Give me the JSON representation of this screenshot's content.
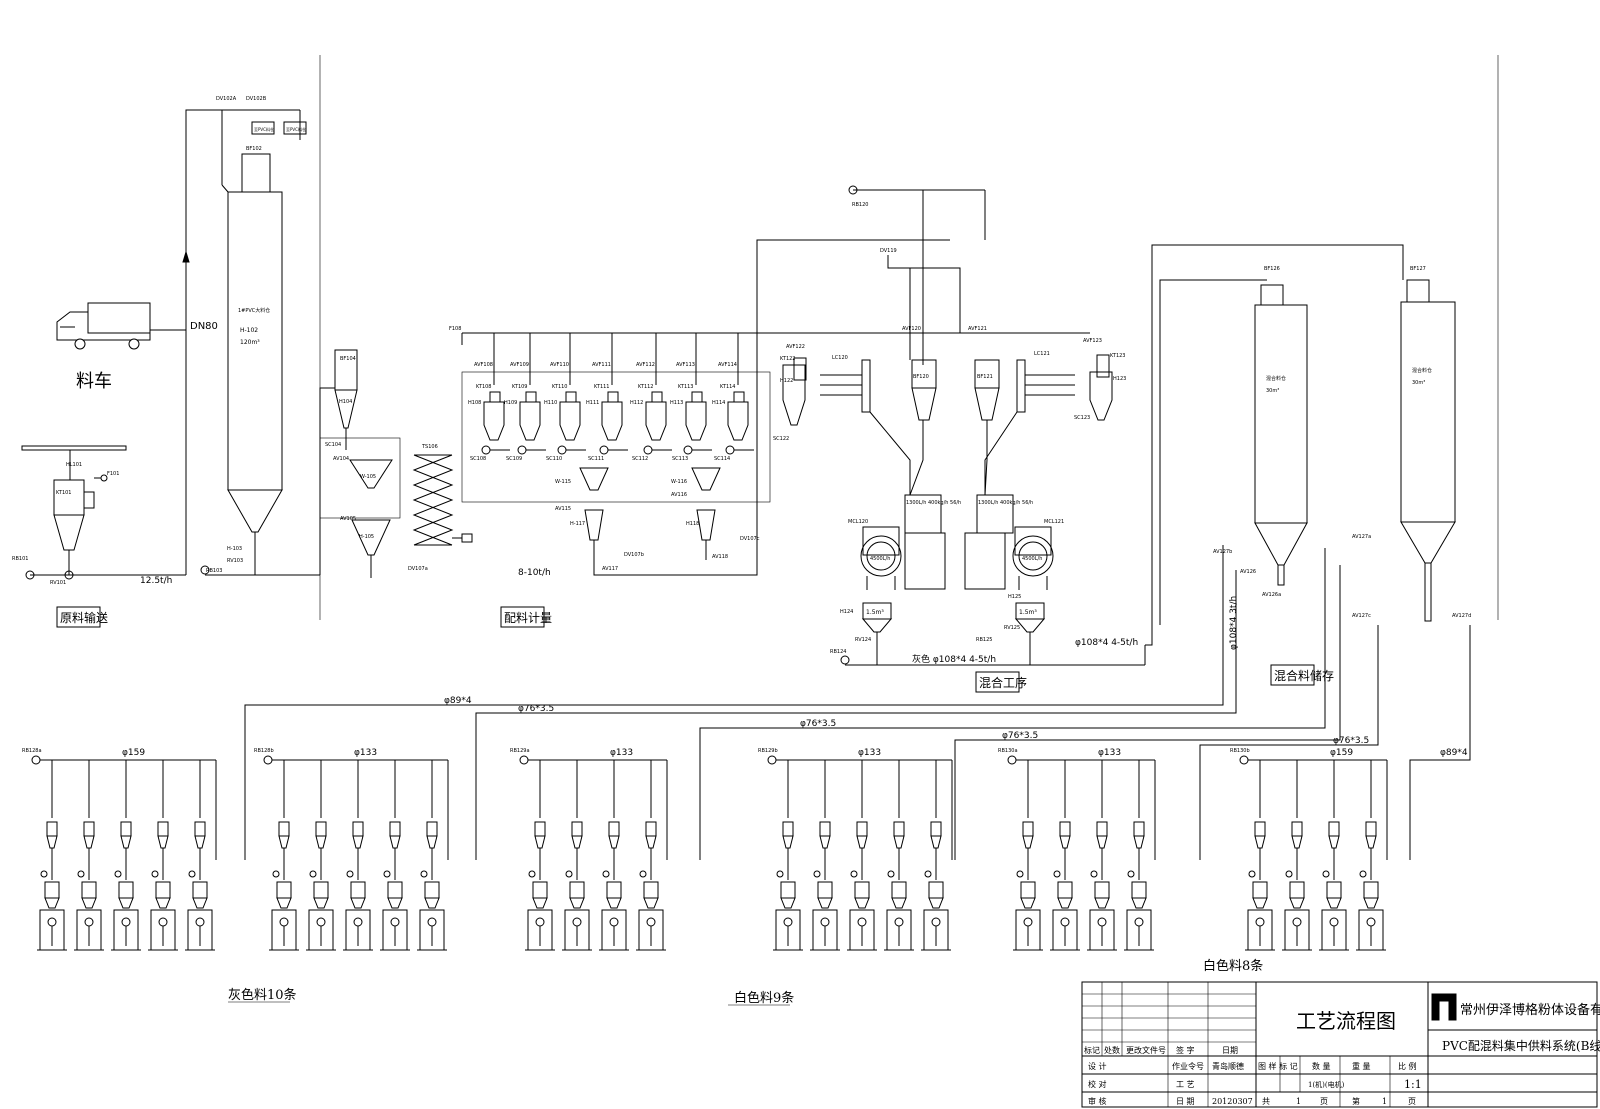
{
  "truck": {
    "label": "料车",
    "pipe": "DN80",
    "flow": "12.5t/h"
  },
  "sections": {
    "raw_feed": "原料输送",
    "batching": "配料计量",
    "mixing": "混合工序",
    "mix_storage": "混合料储存"
  },
  "silo_main": {
    "valve_a": "DV102A",
    "valve_b": "DV102B",
    "filter": "BF102",
    "hopper": "H-102",
    "capacity": "120m³",
    "label": "1#PVC大料仓",
    "box_a": "至PVC料仓",
    "box_b": "至PVC料仓"
  },
  "feed_station": {
    "hopper": "HL101",
    "filter": "F101",
    "tank": "KT101",
    "valve": "RV101",
    "blower": "RB101",
    "fan": "RB103",
    "valve2": "RV103",
    "h103": "H-103"
  },
  "batch_upper": {
    "filter": "BF104",
    "hopper": "H104",
    "screw": "SC104",
    "valve": "AV104",
    "scale": "W-105",
    "receiver": "H-105",
    "valve2": "AV105",
    "mixer": "TS106",
    "dv": "DV107a"
  },
  "batch_line": {
    "header_valve": "F108",
    "flow": "8-10t/h",
    "avfs": [
      "AVF108",
      "AVF109",
      "AVF110",
      "AVF111",
      "AVF112",
      "AVF113",
      "AVF114"
    ],
    "tanks": [
      "KT108",
      "KT109",
      "KT110",
      "KT111",
      "KT112",
      "KT113",
      "KT114"
    ],
    "hoppers": [
      "H108",
      "H109",
      "H110",
      "H111",
      "H112",
      "H113",
      "H114"
    ],
    "screws": [
      "SC108",
      "SC109",
      "SC110",
      "SC111",
      "SC112",
      "SC113",
      "SC114"
    ],
    "scales": [
      "W-115",
      "W-116"
    ],
    "receivers": [
      "H-117",
      "H118"
    ],
    "valves": [
      "AV115",
      "AV116",
      "AV117",
      "AV118",
      "DV107b",
      "DV107c"
    ]
  },
  "mixing": {
    "blower": "RB120",
    "dv": "DV119",
    "avf": [
      "AVF120",
      "AVF121",
      "AVF122",
      "AVF123"
    ],
    "tanks": [
      "KT122",
      "KT123"
    ],
    "hoppers": [
      "H122",
      "H123"
    ],
    "screws": [
      "SC122",
      "SC123"
    ],
    "filters": [
      "BF120",
      "BF121"
    ],
    "scale_bars": [
      "LC120",
      "LC121"
    ],
    "hot_mixer_left": "1300L/h 400kg/h 56/h",
    "hot_mixer_right": "1300L/h 400kg/h 56/h",
    "cold_mixers": [
      "MCL120",
      "MCL121"
    ],
    "cool_tanks": [
      "4500L/h",
      "4500L/h"
    ],
    "hoppers_low": [
      "H124",
      "H125"
    ],
    "small_tank": "1.5m³",
    "valves_low": [
      "RV124",
      "RV125"
    ],
    "blowers_low": [
      "RB124",
      "RB125"
    ],
    "pipe_left": "灰色 φ108*4  4-5t/h",
    "pipe_right": "φ108*4 4-5t/h",
    "pipe_vertical": "φ108*4 3t/h"
  },
  "storage": {
    "silos": [
      {
        "filter": "BF126",
        "label": "混合料仓",
        "cap": "30m³"
      },
      {
        "filter": "BF127",
        "label": "混合料仓",
        "cap": "30m³"
      }
    ],
    "valves": [
      "AV127b",
      "AV127a",
      "AV126",
      "AV126a",
      "AV127c",
      "AV127d"
    ]
  },
  "distribution": {
    "pipes": [
      "φ89*4",
      "φ76*3.5",
      "φ76*3.5",
      "φ76*3.5",
      "φ76*3.5",
      "φ89*4"
    ],
    "groups": [
      {
        "header": "φ159",
        "blower": "RB128a",
        "count": 5
      },
      {
        "header": "φ133",
        "blower": "RB128b",
        "count": 5
      },
      {
        "header": "φ133",
        "blower": "RB129a",
        "count": 4
      },
      {
        "header": "φ133",
        "blower": "RB129b",
        "count": 5
      },
      {
        "header": "φ133",
        "blower": "RB130a",
        "count": 4
      },
      {
        "header": "φ159",
        "blower": "RB130b",
        "count": 4
      }
    ],
    "labels": {
      "grey": "灰色料10条",
      "white9": "白色料9条",
      "white8": "白色料8条"
    }
  },
  "title_block": {
    "drawing_title": "工艺流程图",
    "company": "常州伊泽博格粉体设备有限公司",
    "project": "PVC配混料集中供料系统(B线)",
    "scale": "1:1",
    "rev_headers": [
      "标记",
      "处数",
      "更改文件号",
      "签 字",
      "日期"
    ],
    "roles": [
      "设 计",
      "校 对",
      "审 核"
    ],
    "dept_labels": [
      "作业令号",
      "工 艺",
      "日 期"
    ],
    "dept_values": [
      "青岛顺德",
      "",
      "20120307"
    ],
    "info_headers": [
      "图 样 标 记",
      "数 量",
      "重 量",
      "比 例"
    ],
    "info_value": "1(机)(电机)",
    "sheet": [
      "共",
      "1",
      "页",
      "第",
      "1",
      "页"
    ]
  }
}
